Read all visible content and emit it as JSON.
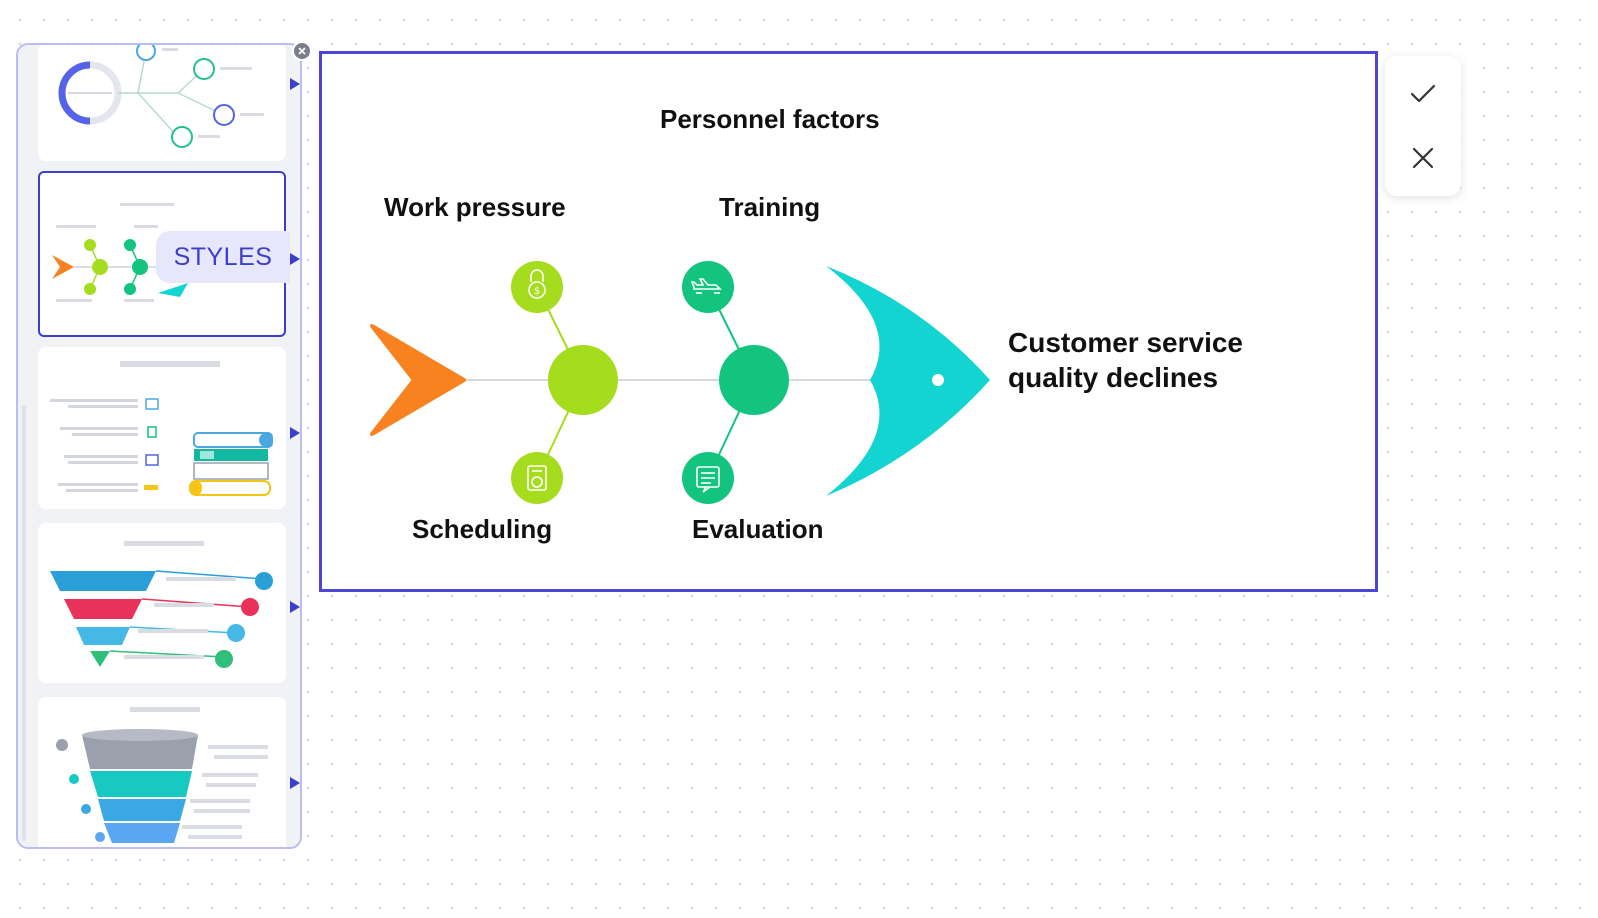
{
  "sidebar": {
    "styles_label": "STYLES",
    "close_icon": "close-icon",
    "templates": [
      {
        "name": "mind-map-template"
      },
      {
        "name": "fishbone-template",
        "selected": true
      },
      {
        "name": "list-books-template"
      },
      {
        "name": "funnel-template"
      },
      {
        "name": "funnel-cylinder-template"
      }
    ]
  },
  "diagram": {
    "title": "Personnel factors",
    "top_labels": [
      "Work pressure",
      "Training"
    ],
    "bottom_labels": [
      "Scheduling",
      "Evaluation"
    ],
    "head_label_line1": "Customer service",
    "head_label_line2": "quality declines",
    "colors": {
      "arrow": "#f7821f",
      "lime": "#a6dc1e",
      "green": "#12c47e",
      "fish_head": "#14d4d1",
      "frame": "#4e45d8"
    },
    "icons": [
      "lock-dollar-icon",
      "airplane-icon",
      "clock-document-icon",
      "clipboard-icon"
    ]
  },
  "actions": {
    "confirm_icon": "check-icon",
    "cancel_icon": "x-icon"
  }
}
